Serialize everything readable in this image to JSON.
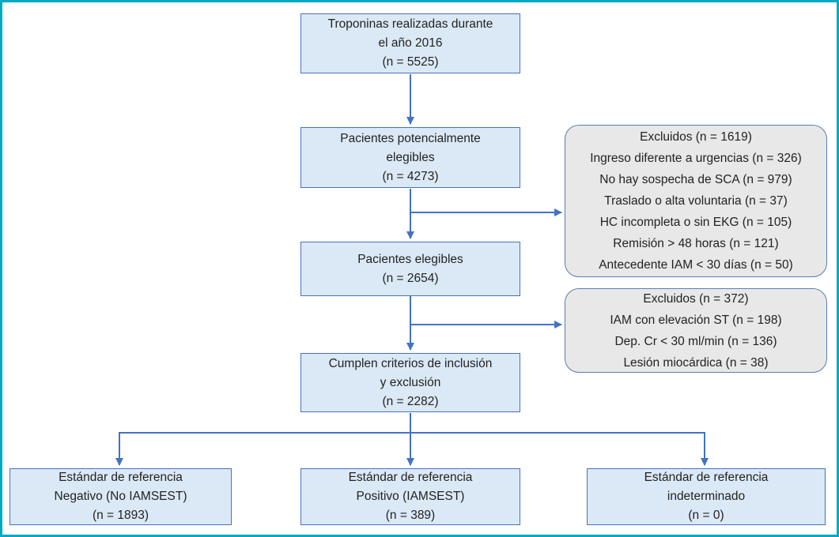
{
  "colors": {
    "frame_border": "#00a9c4",
    "box_fill": "#dbe9f6",
    "box_border": "#4472c4",
    "excluded_fill": "#e8e8e8",
    "excluded_border": "#5b7db1",
    "arrow": "#4472c4",
    "text": "#222222"
  },
  "boxes": {
    "troponinas": "Troponinas realizadas durante\nel año 2016\n(n = 5525)",
    "potencialmente_elegibles": "Pacientes potencialmente\nelegibles\n(n = 4273)",
    "elegibles": "Pacientes elegibles\n(n = 2654)",
    "criterios": "Cumplen criterios de inclusión\ny exclusión\n(n = 2282)",
    "excluidos_1": "Excluidos (n = 1619)\nIngreso diferente a urgencias (n = 326)\nNo hay sospecha de SCA (n = 979)\nTraslado o alta voluntaria (n = 37)\nHC incompleta o sin EKG (n = 105)\nRemisión > 48 horas (n = 121)\nAntecedente IAM < 30 días (n = 50)",
    "excluidos_2": "Excluidos (n = 372)\nIAM con elevación ST (n = 198)\nDep. Cr < 30 ml/min (n = 136)\nLesión miocárdica (n = 38)",
    "referencia_negativo": "Estándar de referencia\nNegativo (No IAMSEST)\n(n = 1893)",
    "referencia_positivo": "Estándar de referencia\nPositivo (IAMSEST)\n(n = 389)",
    "referencia_indeterminado": "Estándar de referencia\nindeterminado\n(n = 0)"
  }
}
